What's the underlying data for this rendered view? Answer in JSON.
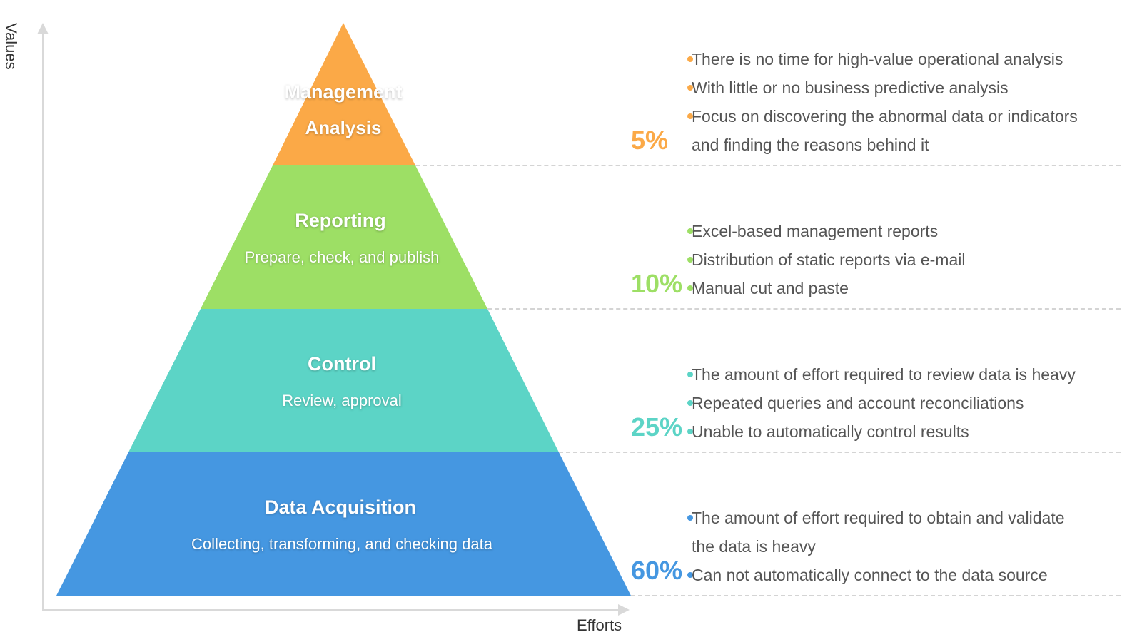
{
  "axes": {
    "y_label": "Values",
    "x_label": "Efforts"
  },
  "colors": {
    "management": "#fba947",
    "reporting": "#9ddf65",
    "control": "#5cd4c6",
    "acquisition": "#4597e1"
  },
  "tiers": [
    {
      "key": "management",
      "title": "Management",
      "subtitle": "Analysis",
      "percent": "5%",
      "bullets": [
        "There is no time for high-value operational analysis",
        "With little or no business predictive analysis",
        "Focus on discovering the abnormal data or indicators",
        "and finding the reasons behind it"
      ]
    },
    {
      "key": "reporting",
      "title": "Reporting",
      "subtitle": "Prepare, check, and publish",
      "percent": "10%",
      "bullets": [
        "Excel-based management reports",
        "Distribution of static reports via e-mail",
        "Manual cut and paste"
      ]
    },
    {
      "key": "control",
      "title": "Control",
      "subtitle": "Review, approval",
      "percent": "25%",
      "bullets": [
        "The amount of effort required to review data is heavy",
        "Repeated queries and account reconciliations",
        "Unable to automatically control results"
      ]
    },
    {
      "key": "acquisition",
      "title": "Data Acquisition",
      "subtitle": "Collecting, transforming, and checking data",
      "percent": "60%",
      "bullets": [
        "The amount of effort required to obtain and validate",
        "the data is heavy",
        "Can not automatically connect to the data source"
      ]
    }
  ]
}
